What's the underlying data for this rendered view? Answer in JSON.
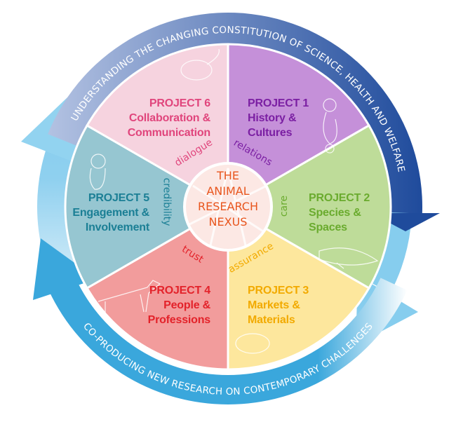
{
  "outer_arcs": {
    "top_text": "UNDERSTANDING THE CHANGING CONSTITUTION OF SCIENCE, HEALTH AND WELFARE",
    "bottom_text": "CO-PRODUCING NEW RESEARCH ON CONTEMPORARY CHALLENGES",
    "top_color": "#1f4b9c",
    "top_color_light": "#a9b8dc",
    "bottom_color": "#3aa7dc",
    "light_color": "#86cdee"
  },
  "center": {
    "lines": [
      "THE",
      "ANIMAL",
      "RESEARCH",
      "NEXUS"
    ],
    "fill": "#fce8e4",
    "text_color": "#e8561e"
  },
  "projects": [
    {
      "id": "p1",
      "title": "PROJECT 1",
      "line1": "History &",
      "line2": "Cultures",
      "keyword": "relations",
      "fill": "#c590d9",
      "text": "#7b1fa3",
      "animal": "monkey-icon"
    },
    {
      "id": "p2",
      "title": "PROJECT 2",
      "line1": "Species &",
      "line2": "Spaces",
      "keyword": "care",
      "fill": "#bedc99",
      "text": "#6aab2e",
      "animal": "fish-icon"
    },
    {
      "id": "p3",
      "title": "PROJECT 3",
      "line1": "Markets &",
      "line2": "Materials",
      "keyword": "assurance",
      "fill": "#fde79d",
      "text": "#f2aa00",
      "animal": "pig-icon"
    },
    {
      "id": "p4",
      "title": "PROJECT 4",
      "line1": "People &",
      "line2": "Professions",
      "keyword": "trust",
      "fill": "#f29c9c",
      "text": "#e3222a",
      "animal": "dog-icon"
    },
    {
      "id": "p5",
      "title": "PROJECT 5",
      "line1": "Engagement &",
      "line2": "Involvement",
      "keyword": "credibility",
      "fill": "#96c6d1",
      "text": "#1b7f95",
      "animal": "mouse-icon"
    },
    {
      "id": "p6",
      "title": "PROJECT 6",
      "line1": "Collaboration &",
      "line2": "Communication",
      "keyword": "dialogue",
      "fill": "#f6d3df",
      "text": "#e0457c",
      "animal": "axolotl-icon"
    }
  ]
}
